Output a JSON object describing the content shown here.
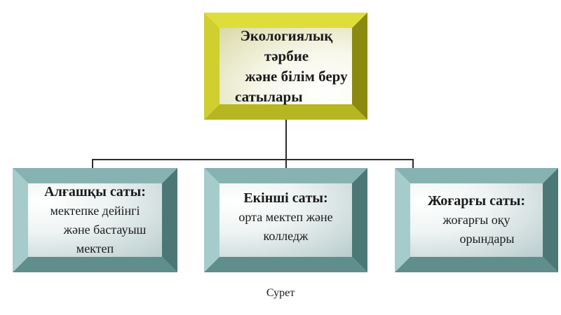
{
  "colors": {
    "top_bevel_light": "#dede3a",
    "top_bevel_mid": "#c7c72a",
    "top_bevel_dark": "#8a8a10",
    "teal_bevel_light": "#a5cccb",
    "teal_bevel_mid": "#86b3b2",
    "teal_bevel_dark": "#4b7877",
    "connector": "#2b2b2b"
  },
  "root": {
    "lines": [
      "Экологиялық  тәрбие",
      "және білім беру",
      "сатылары"
    ]
  },
  "stages": [
    {
      "title": "Алғашқы сaты:",
      "lines": [
        "мектепке дейінгі",
        "және бастауыш",
        "мектеп"
      ]
    },
    {
      "title": "Екінші сaты:",
      "lines": [
        "орта мектеп және",
        "колледж"
      ]
    },
    {
      "title": "Жоғарғы сaты:",
      "lines": [
        "жоғарғы оқу",
        "орындары"
      ]
    }
  ],
  "caption": "Сурет"
}
